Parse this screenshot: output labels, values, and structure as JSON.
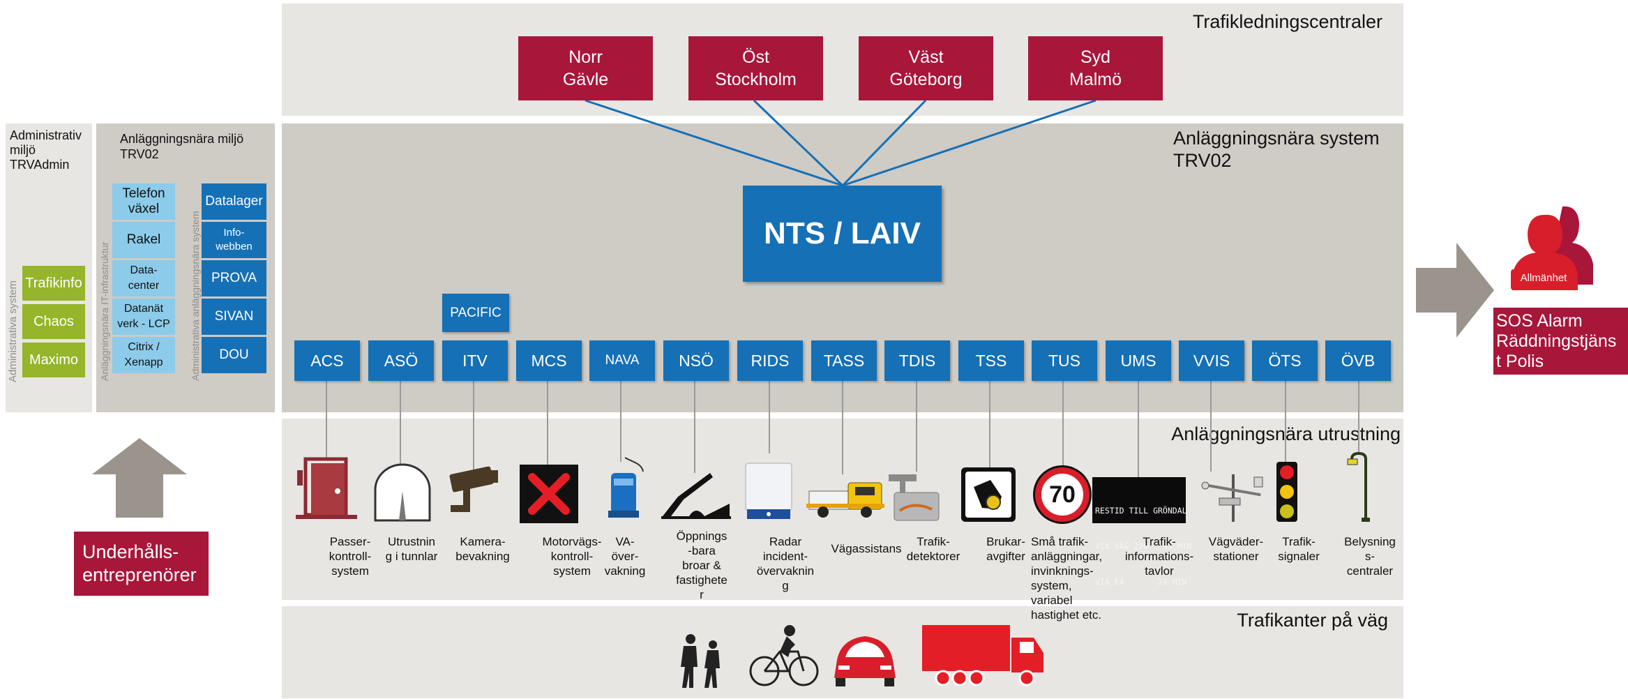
{
  "titles": {
    "trafikledning": "Trafikledningscentraler",
    "anlaggningssystem_l1": "Anläggningsnära system",
    "anlaggningssystem_l2": "TRV02",
    "utrustning": "Anläggningsnära utrustning",
    "trafikanter": "Trafikanter på väg"
  },
  "centrals": [
    {
      "l1": "Norr",
      "l2": "Gävle"
    },
    {
      "l1": "Öst",
      "l2": "Stockholm"
    },
    {
      "l1": "Väst",
      "l2": "Göteborg"
    },
    {
      "l1": "Syd",
      "l2": "Malmö"
    }
  ],
  "core": "NTS / LAIV",
  "pacific": "PACIFIC",
  "systems": [
    "ACS",
    "ASÖ",
    "ITV",
    "MCS",
    "NAVA",
    "NSÖ",
    "RIDS",
    "TASS",
    "TDIS",
    "TSS",
    "TUS",
    "UMS",
    "VVIS",
    "ÖTS",
    "ÖVB"
  ],
  "equipment": [
    {
      "l1": "Passer-",
      "l2": "kontroll-",
      "l3": "system",
      "l4": "",
      "l5": ""
    },
    {
      "l1": "Utrustnin",
      "l2": "g i tunnlar",
      "l3": "",
      "l4": "",
      "l5": ""
    },
    {
      "l1": "Kamera-",
      "l2": "bevakning",
      "l3": "",
      "l4": "",
      "l5": ""
    },
    {
      "l1": "Motorvägs-",
      "l2": "kontroll-",
      "l3": "system",
      "l4": "",
      "l5": ""
    },
    {
      "l1": "VA-",
      "l2": "över-",
      "l3": "vakning",
      "l4": "",
      "l5": ""
    },
    {
      "l1": "Öppnings",
      "l2": "-bara",
      "l3": "broar  &",
      "l4": "fastighete",
      "l5": "r"
    },
    {
      "l1": "Radar",
      "l2": "incident-",
      "l3": "övervaknin",
      "l4": "g",
      "l5": ""
    },
    {
      "l1": "Vägassistans",
      "l2": "",
      "l3": "",
      "l4": "",
      "l5": ""
    },
    {
      "l1": "Trafik-",
      "l2": "detektorer",
      "l3": "",
      "l4": "",
      "l5": ""
    },
    {
      "l1": "Brukar-",
      "l2": "avgifter",
      "l3": "",
      "l4": "",
      "l5": ""
    },
    {
      "l1": "Små trafik-",
      "l2": "anläggningar,",
      "l3": "invinknings-",
      "l4": "system,",
      "l5": "variabel",
      "l6": "hastighet etc."
    },
    {
      "l1": "Trafik-",
      "l2": "informations-",
      "l3": "tavlor",
      "l4": "",
      "l5": ""
    },
    {
      "l1": "Vägväder-",
      "l2": "stationer",
      "l3": "",
      "l4": "",
      "l5": ""
    },
    {
      "l1": "Trafik-",
      "l2": "signaler",
      "l3": "",
      "l4": "",
      "l5": ""
    },
    {
      "l1": "Belysning",
      "l2": "s-",
      "l3": "centraler",
      "l4": "",
      "l5": ""
    }
  ],
  "speed_sign": "70",
  "vms_sign": {
    "l1": "RESTID TILL GRÖNDAL",
    "l2": "VIA VÄG 226   35 MIN",
    "l3": "VIA E4       24 MIN"
  },
  "admin": {
    "title_l1": "Administrativ",
    "title_l2": "miljö",
    "title_l3": "TRVAdmin",
    "vertical": "Administrativa system",
    "items": [
      "Trafikinfo",
      "Chaos",
      "Maximo"
    ]
  },
  "anl_miljo": {
    "title_l1": "Anläggningsnära miljö",
    "title_l2": "TRV02",
    "vertical_infra": "Anläggningsnära IT-infrastruktur",
    "vertical_sys": "Administrativa anläggningsnära system",
    "infra": [
      {
        "l1": "Telefon",
        "l2": "växel"
      },
      {
        "l1": "Rakel",
        "l2": ""
      },
      {
        "l1": "Data-",
        "l2": "center"
      },
      {
        "l1": "Datanät",
        "l2": "verk - LCP"
      },
      {
        "l1": "Citrix /",
        "l2": "Xenapp"
      }
    ],
    "systems": [
      {
        "l1": "Datalager",
        "l2": ""
      },
      {
        "l1": "Info-",
        "l2": "webben"
      },
      {
        "l1": "PROVA",
        "l2": ""
      },
      {
        "l1": "SIVAN",
        "l2": ""
      },
      {
        "l1": "DOU",
        "l2": ""
      }
    ]
  },
  "underhall": {
    "l1": "Underhålls-",
    "l2": "entreprenörer"
  },
  "allmanhet": "Allmänhet",
  "sos": {
    "l1": "SOS Alarm",
    "l2": "Räddningstjäns",
    "l3": "t Polis"
  },
  "colors": {
    "red": "#a8163a",
    "blue": "#1570b6",
    "light_blue": "#8ccbea",
    "green": "#95b52a",
    "band": "#e8e6e3",
    "band_dark": "#cfcbc5",
    "arrow": "#9b948d"
  }
}
